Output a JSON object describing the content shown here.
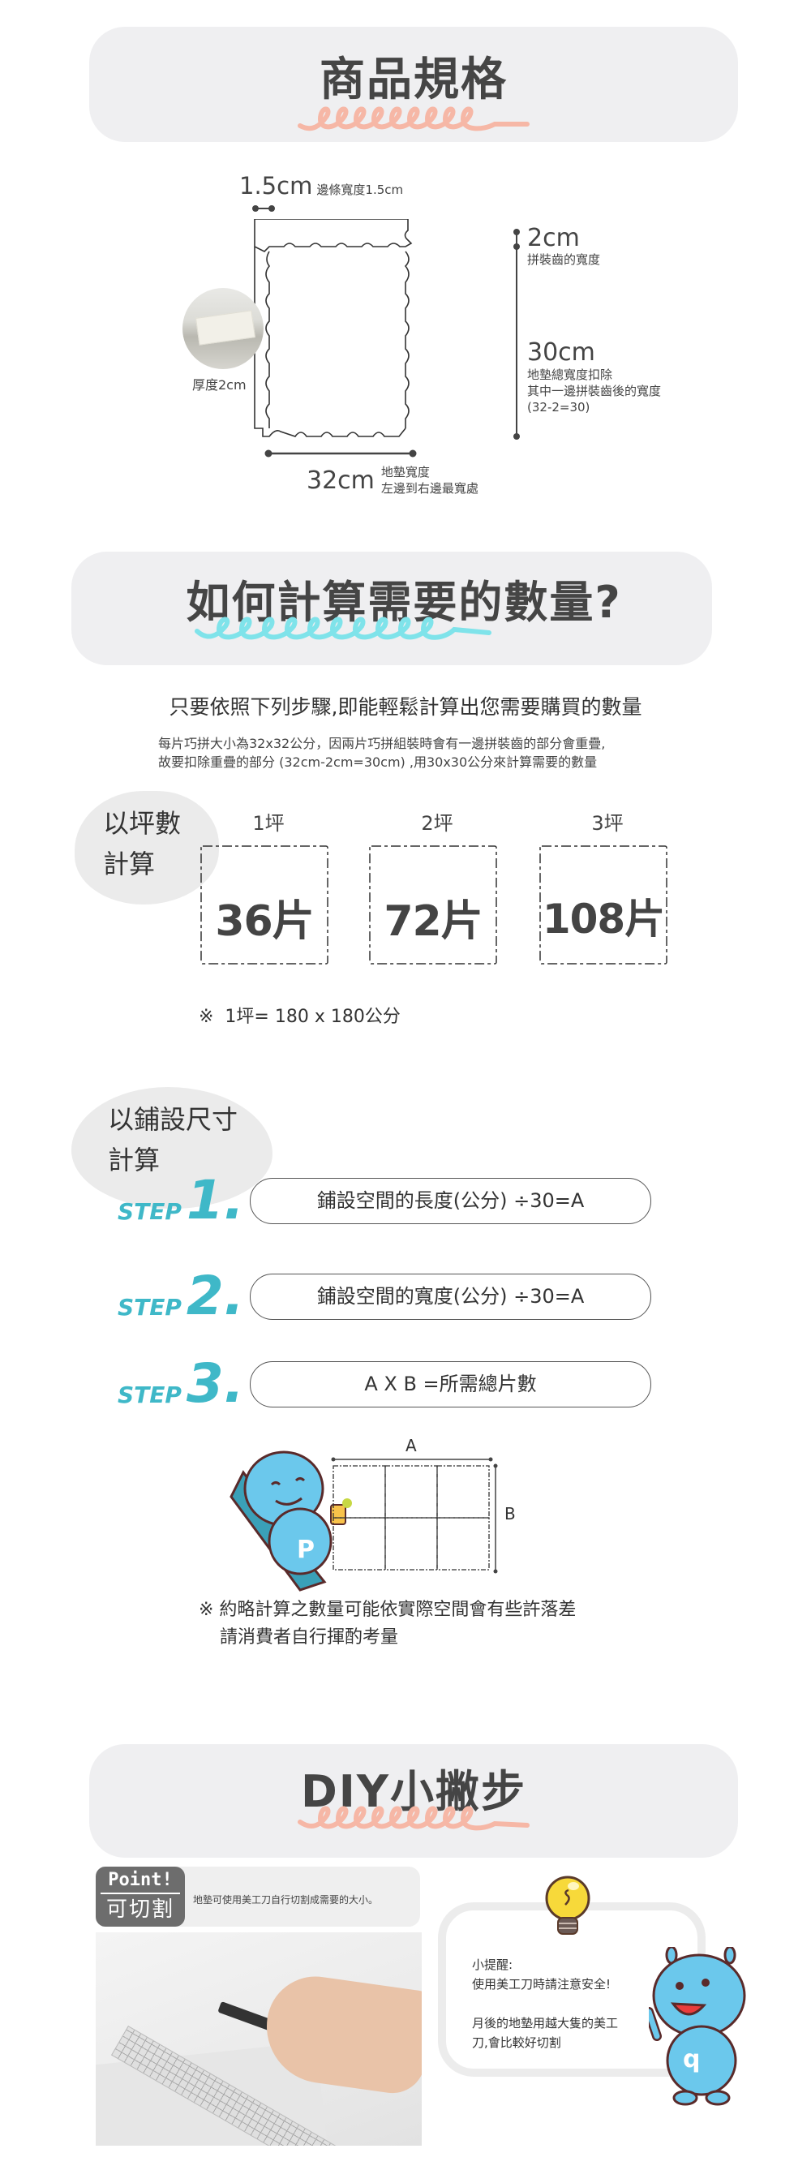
{
  "spec_section": {
    "title": "商品規格",
    "edge": {
      "value": "1.5cm",
      "label": "邊條寬度1.5cm"
    },
    "tooth": {
      "value": "2cm",
      "label": "拼裝齒的寬度"
    },
    "net_width": {
      "value": "30cm",
      "lines": [
        "地墊總寬度扣除",
        "其中一邊拼裝齒後的寬度",
        "(32-2=30)"
      ]
    },
    "full_width": {
      "value": "32cm",
      "lines": [
        "地墊寬度",
        "左邊到右邊最寬處"
      ]
    },
    "thickness_label": "厚度2cm",
    "squiggle_color": "#f6b7a6"
  },
  "calc_section": {
    "title": "如何計算需要的數量?",
    "squiggle_color": "#7fe3ea",
    "intro": "只要依照下列步驟,即能輕鬆計算出您需要購買的數量",
    "note_lines": [
      "每片巧拼大小為32x32公分，因兩片巧拼組裝時會有一邊拼裝齒的部分會重疊,",
      "故要扣除重疊的部分 (32cm-2cm=30cm) ,用30x30公分來計算需要的數量"
    ],
    "by_ping": {
      "label_lines": [
        "以坪數",
        "計算"
      ],
      "tiles": [
        {
          "ping": "1坪",
          "count": "36片"
        },
        {
          "ping": "2坪",
          "count": "72片"
        },
        {
          "ping": "3坪",
          "count": "108片"
        }
      ],
      "footnote": "※  1坪= 180 x 180公分"
    },
    "by_size": {
      "label_lines": [
        "以鋪設尺寸",
        "計算"
      ],
      "step_word": "STEP",
      "step_color": "#3fb8c8",
      "steps": [
        {
          "num": "1.",
          "formula": "鋪設空間的長度(公分) ÷30=A"
        },
        {
          "num": "2.",
          "formula": "鋪設空間的寬度(公分) ÷30=A"
        },
        {
          "num": "3.",
          "formula": "A X B =所需總片數"
        }
      ],
      "diagram_labels": {
        "a": "A",
        "b": "B"
      },
      "mascot_letter": "P",
      "disclaimer_lines": [
        "※ 約略計算之數量可能依實際空間會有些許落差",
        "請消費者自行揮酌考量"
      ]
    }
  },
  "diy_section": {
    "title": "DIY小撇步",
    "squiggle_color": "#f6b7a6",
    "point_badge": {
      "top": "Point!",
      "bottom": "可切割"
    },
    "point_text": "地墊可使用美工刀自行切割成需要的大小。",
    "tip_lines": [
      "小提醒:",
      "使用美工刀時請注意安全!",
      "",
      "月後的地墊用越大隻的美工",
      "刀,會比較好切割"
    ],
    "mascot_letter": "q"
  }
}
